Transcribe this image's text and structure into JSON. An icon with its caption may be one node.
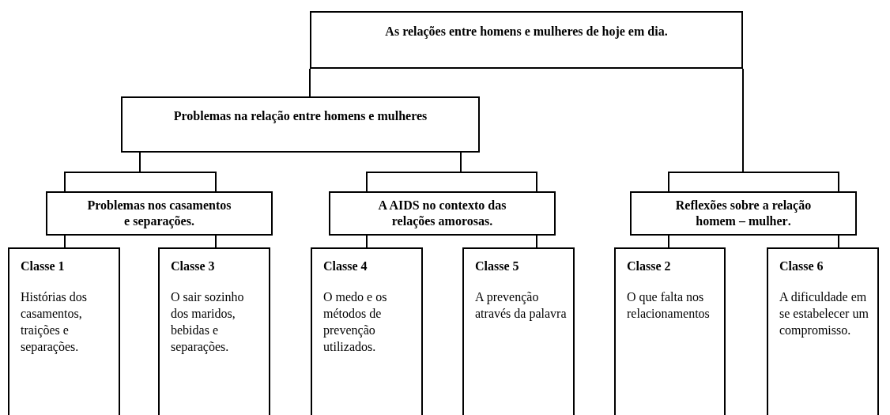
{
  "diagram": {
    "nodes": [
      {
        "text": [
          "As relações entre homens e mulheres de hoje em dia."
        ]
      },
      {
        "text": [
          "Problemas na relação entre homens e mulheres"
        ]
      },
      {
        "text": [
          "Problemas nos casamentos e separações."
        ]
      },
      {
        "text": [
          "A AIDS no contexto das relações amorosas."
        ]
      },
      {
        "text": [
          "**Reflexões sobre a relação homem – mulher**."
        ]
      },
      {
        "text": [
          "Classe 1",
          "Histórias dos casamentos, traições e separações."
        ]
      },
      {
        "text": [
          "Classe 3",
          "O sair sozinho dos maridos, bebidas e separações."
        ]
      },
      {
        "text": [
          "Classe 4",
          "O medo e os métodos de prevenção utilizados."
        ]
      },
      {
        "text": [
          "Classe 5",
          "A prevenção através da palavra"
        ]
      },
      {
        "text": [
          "Classe 2",
          "O que falta nos relacionamentos"
        ]
      },
      {
        "text": [
          "Classe 6",
          "A dificuldade em se estabelecer um compromisso."
        ]
      }
    ],
    "edges": [
      {
        "from": 0,
        "to": 1,
        "arrow": "none"
      },
      {
        "from": 0,
        "to": 4,
        "arrow": "none"
      },
      {
        "from": 1,
        "to": 2,
        "arrow": "none"
      },
      {
        "from": 1,
        "to": 3,
        "arrow": "none"
      },
      {
        "from": 2,
        "to": 5,
        "arrow": "none"
      },
      {
        "from": 2,
        "to": 6,
        "arrow": "none"
      },
      {
        "from": 3,
        "to": 7,
        "arrow": "none"
      },
      {
        "from": 3,
        "to": 8,
        "arrow": "none"
      },
      {
        "from": 4,
        "to": 9,
        "arrow": "none"
      },
      {
        "from": 4,
        "to": 10,
        "arrow": "none"
      }
    ]
  }
}
